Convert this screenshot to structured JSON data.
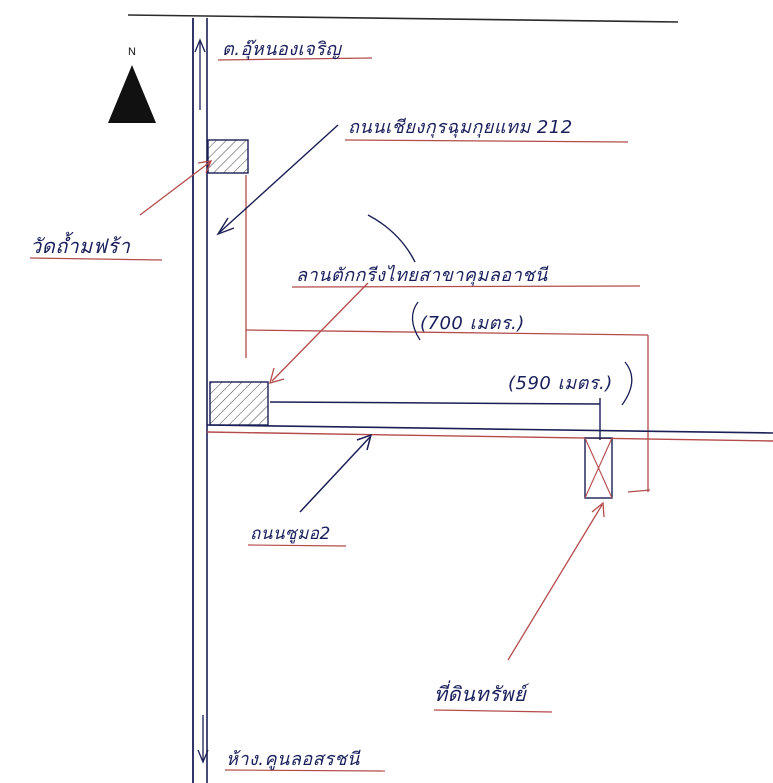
{
  "map": {
    "north_symbol": "N",
    "labels": {
      "top_road": "ต.อุ๊หนองเจริญ",
      "main_road": "ถนนเชียงกุรฉุมกุยแทม 212",
      "temple": "วัดถ้ำมฟร้า",
      "school": "ลานตักกรีงไทยสาขาคุมลอาชนี",
      "school_distance": "(700 เมตร.)",
      "target_distance": "(590 เมตร.)",
      "side_street": "ถนนซูมอ2",
      "property": "ที่ดินทรัพย์",
      "bottom_road": "ห้าง.คูนลอสรชนี"
    }
  }
}
